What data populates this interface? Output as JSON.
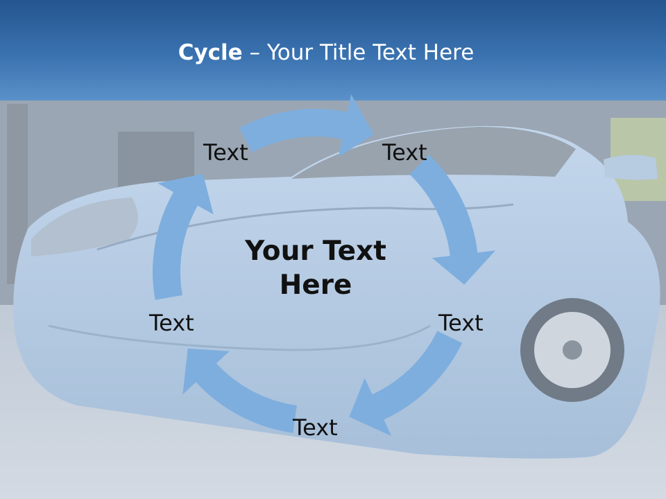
{
  "title": {
    "bold": "Cycle",
    "separator": " – ",
    "rest": "Your Title Text Here"
  },
  "center": {
    "line1": "Your Text",
    "line2": "Here"
  },
  "nodes": [
    {
      "label": "Text"
    },
    {
      "label": "Text"
    },
    {
      "label": "Text"
    },
    {
      "label": "Text"
    },
    {
      "label": "Text"
    }
  ],
  "colors": {
    "arrow": "#7eaede",
    "title_bar_top": "#24558f",
    "title_bar_bottom": "#5b91c9",
    "title_text": "#ffffff"
  }
}
